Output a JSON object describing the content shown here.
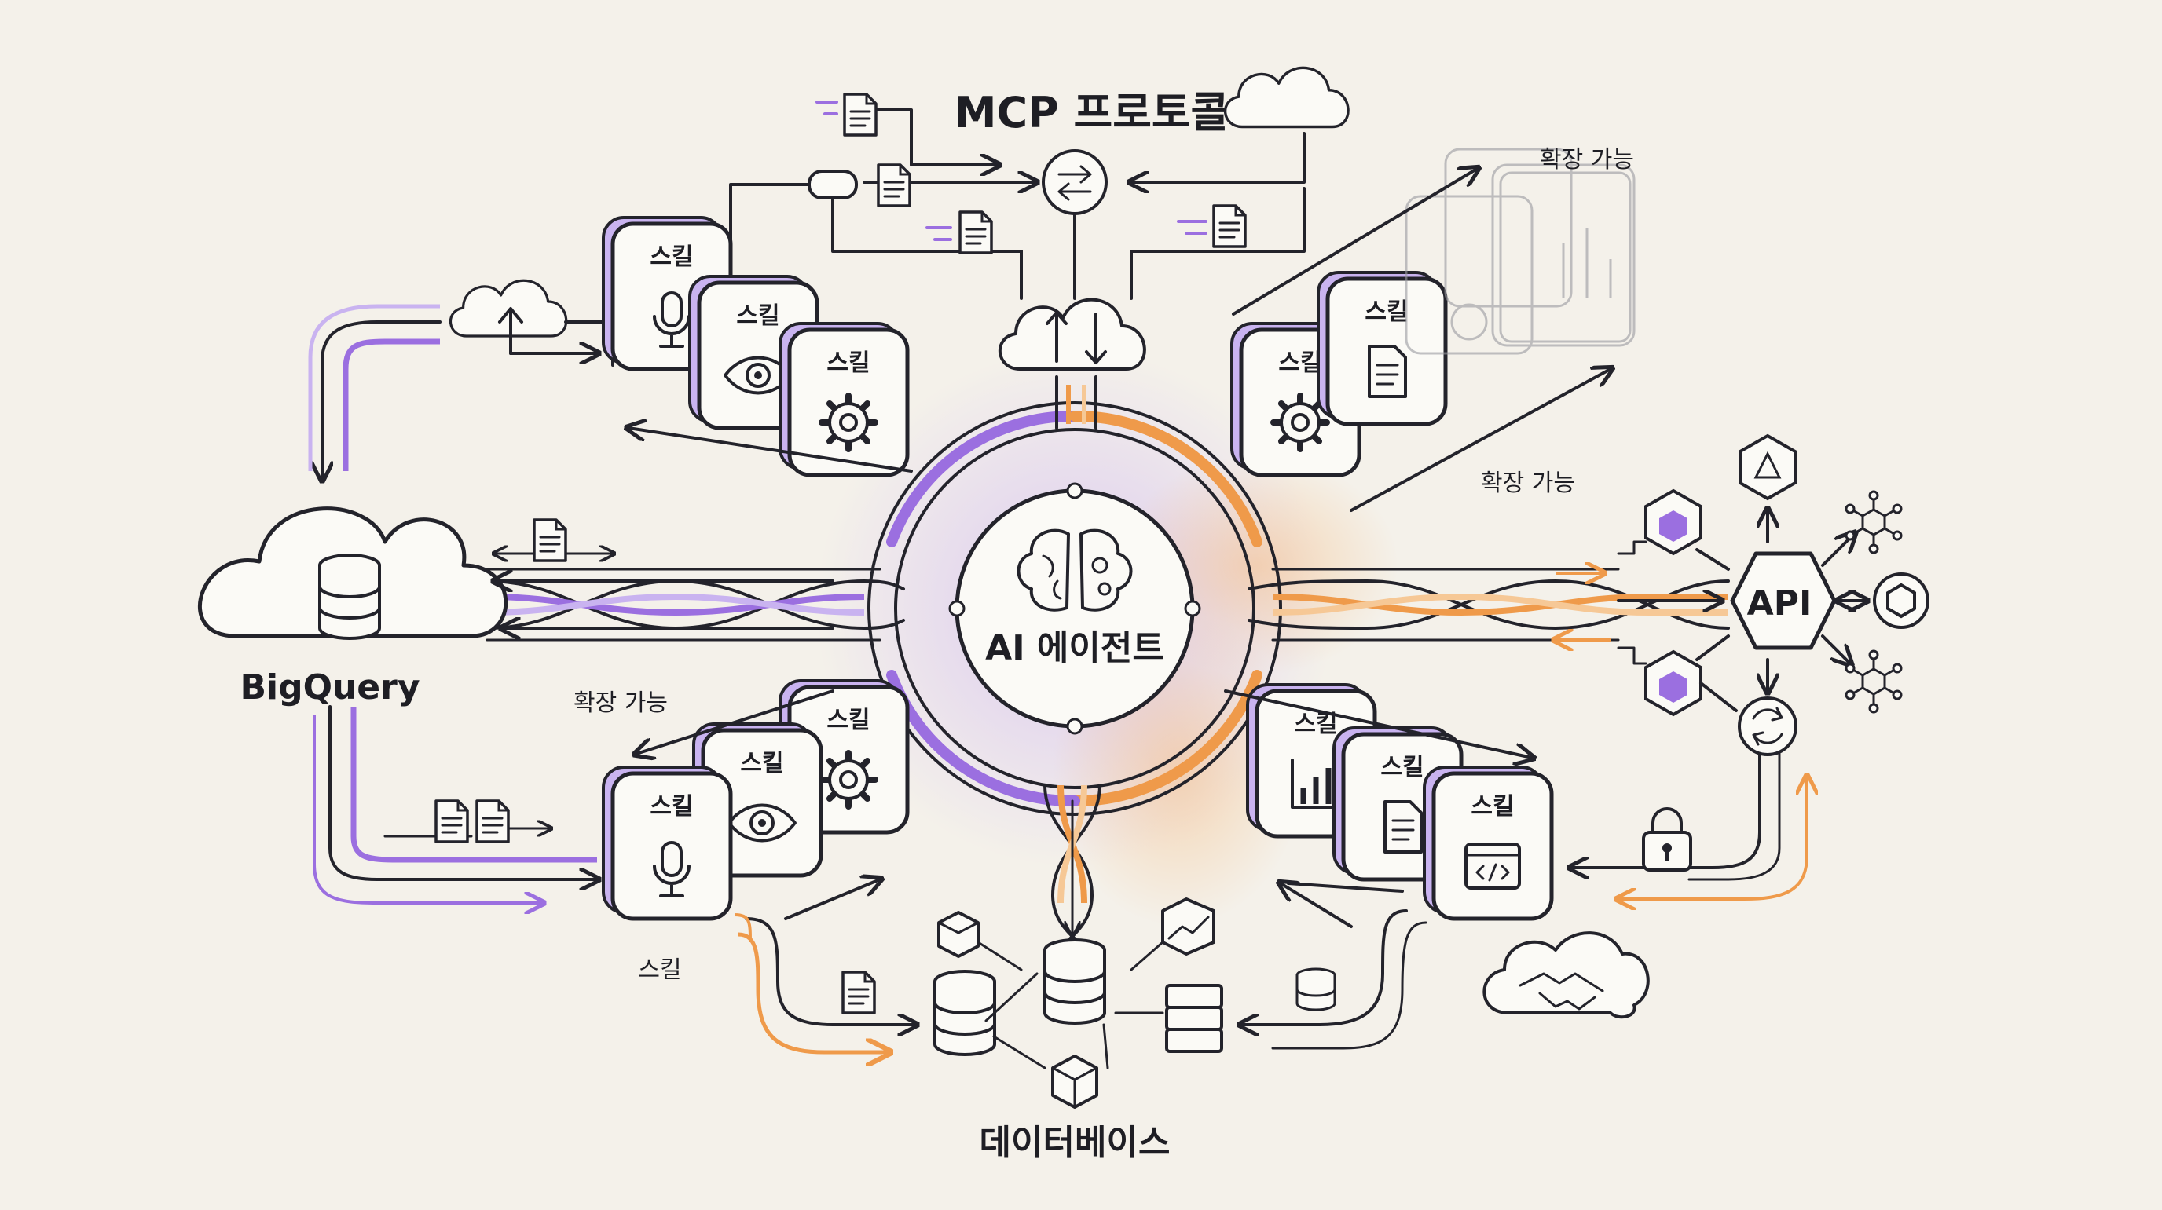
{
  "diagram": {
    "title": "MCP 프로토콜",
    "center": {
      "label": "AI 에이전트",
      "icon": "brain-icon"
    },
    "nodes": {
      "bigquery": {
        "label": "BigQuery",
        "icon": "cloud-database-icon"
      },
      "database": {
        "label": "데이터베이스",
        "icon": "database-cluster-icon"
      },
      "api": {
        "label": "API",
        "icon": "hexagon-icon"
      }
    },
    "skill_label": "스킬",
    "skill_bottom_caption": "스킬",
    "expand_labels": [
      "확장 가능",
      "확장 가능",
      "확장 가능"
    ],
    "colors": {
      "line": "#23232b",
      "purple": "#9b6fe0",
      "orange": "#ef9a4a",
      "background": "#f4f1ea",
      "card_shadow": "#c9b3f0"
    }
  }
}
